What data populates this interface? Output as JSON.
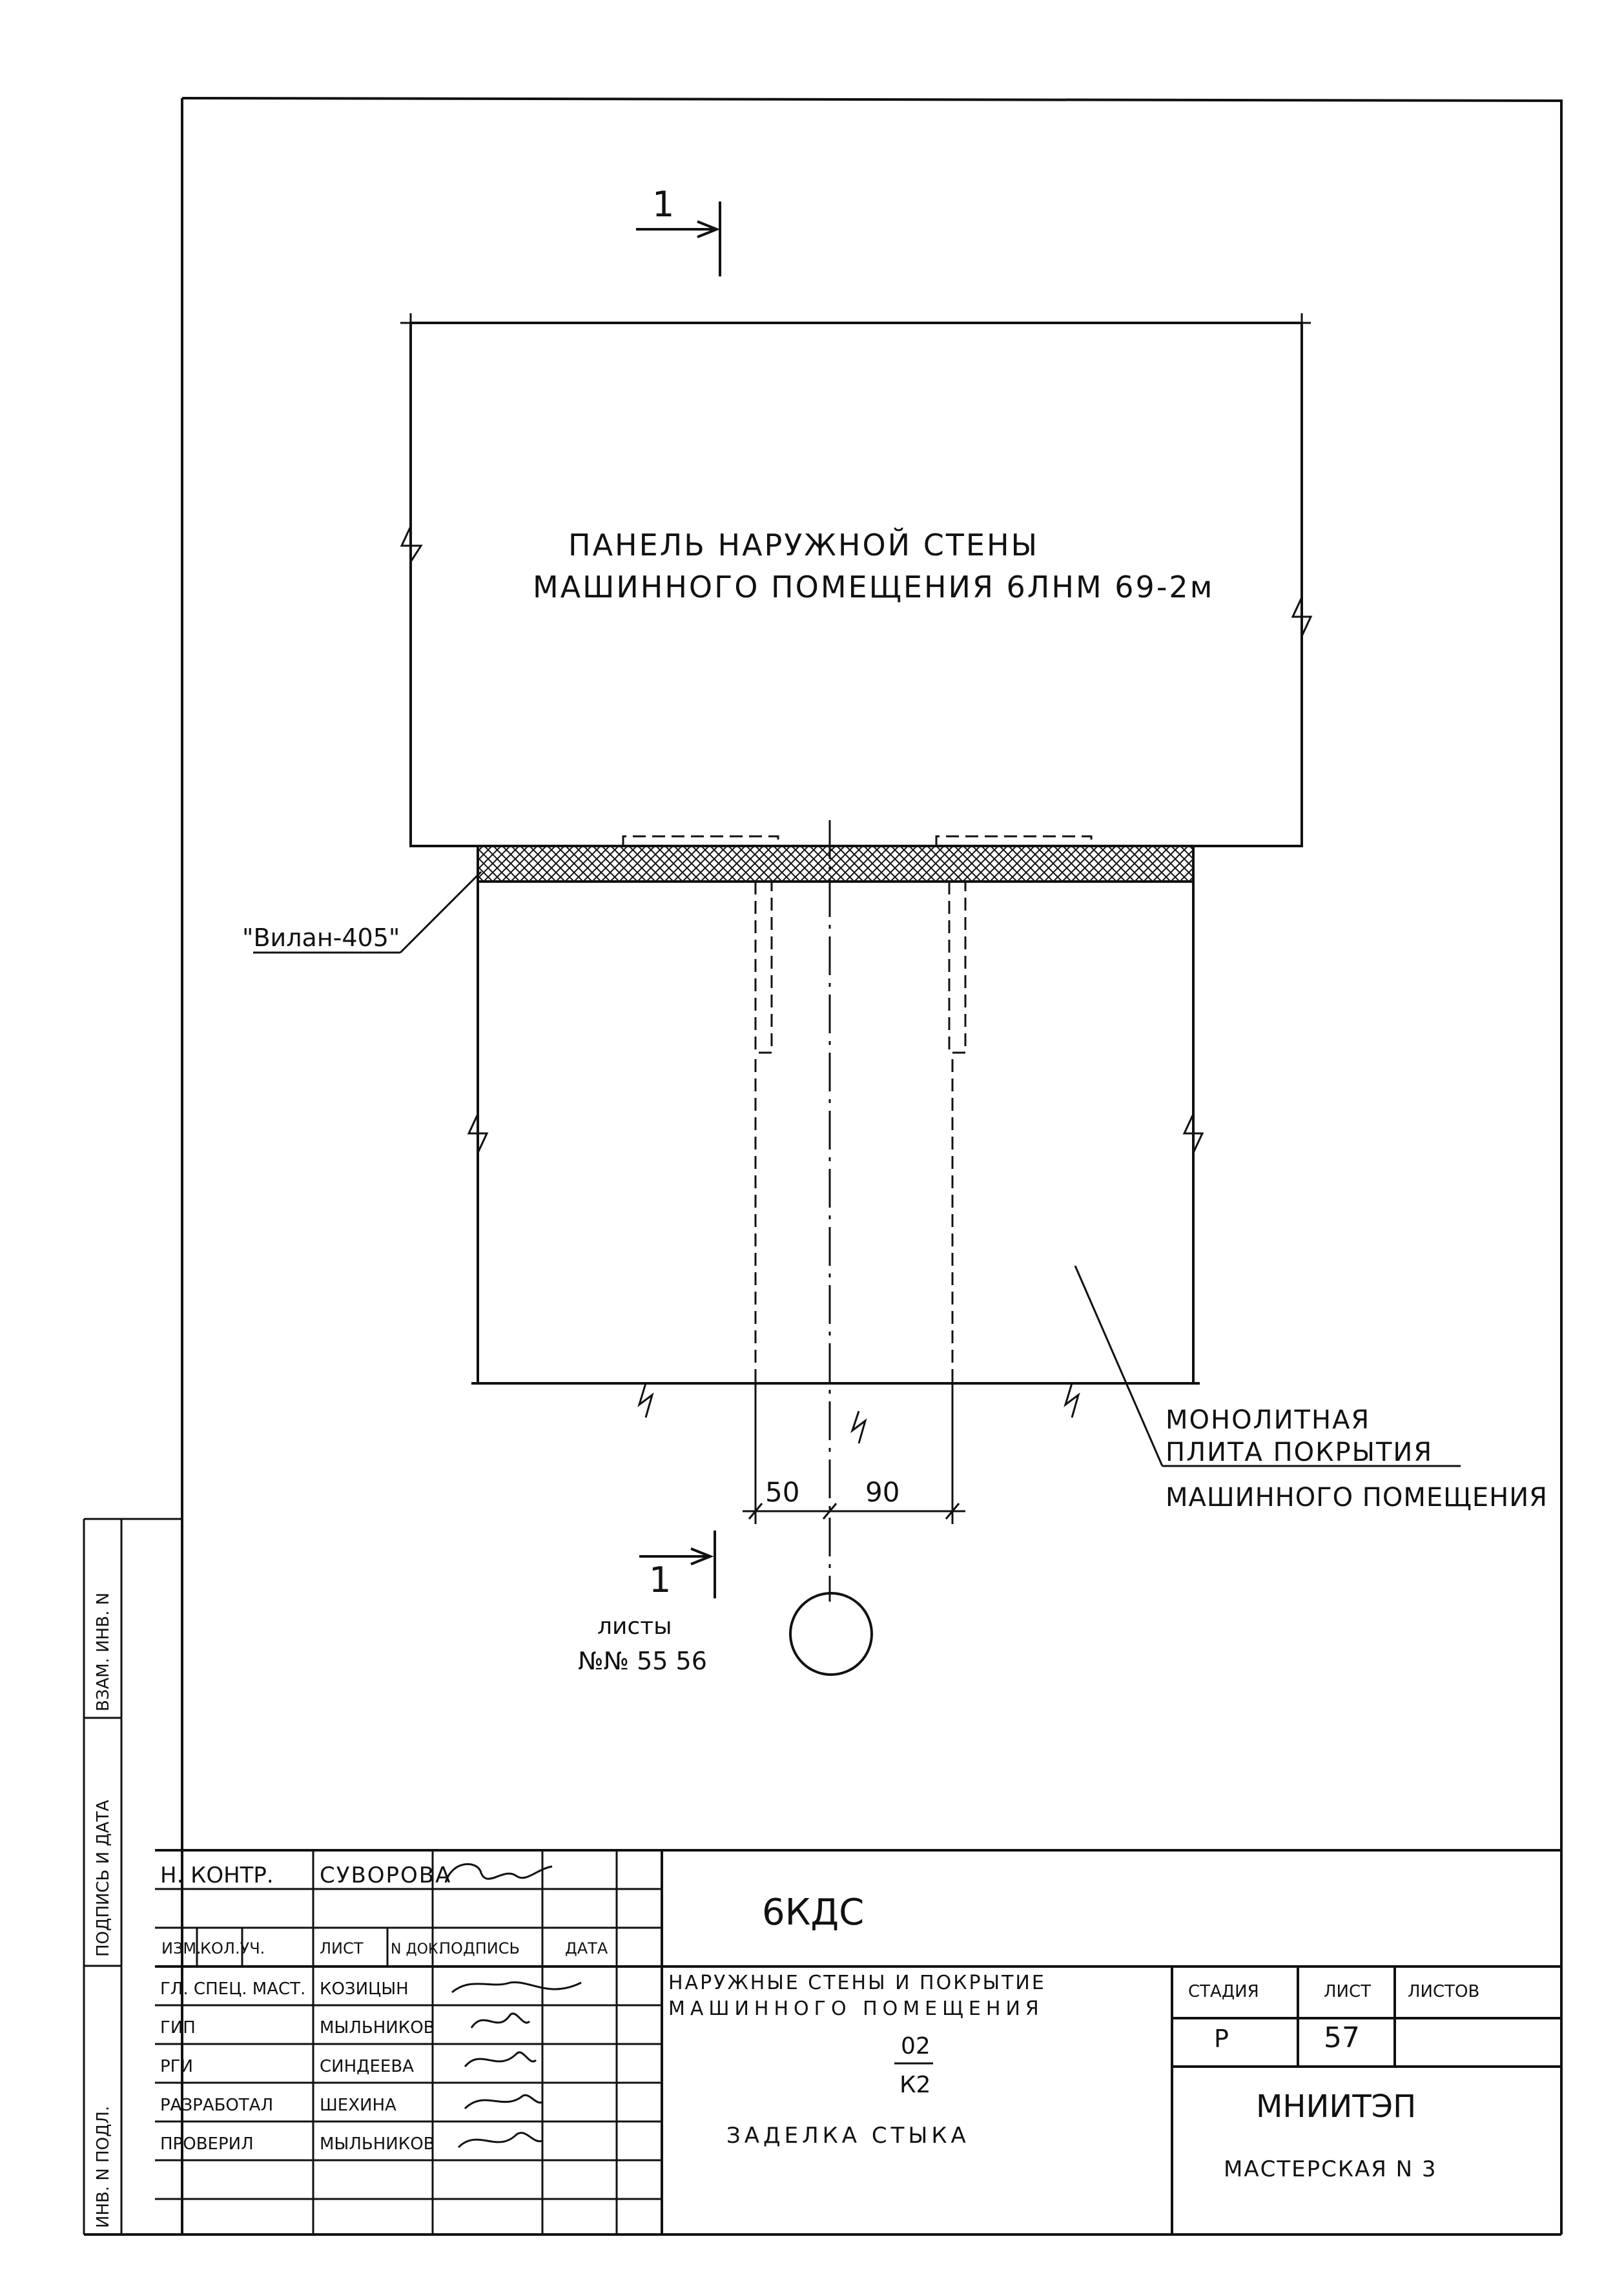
{
  "drawing": {
    "section_marker_top": "1",
    "section_marker_bottom": "1",
    "panel_label_line1": "ПАНЕЛЬ НАРУЖНОЙ СТЕНЫ",
    "panel_label_line2": "МАШИННОГО ПОМЕЩЕНИЯ 6ЛНМ 69-2м",
    "sealant_label": "\"Вилан-405\"",
    "slab_label_line1": "МОНОЛИТНАЯ",
    "slab_label_line2": "ПЛИТА ПОКРЫТИЯ",
    "slab_label_line3": "МАШИННОГО ПОМЕЩЕНИЯ",
    "dim_left": "50",
    "dim_right": "90",
    "sheets_ref_line1": "листы",
    "sheets_ref_line2": "№№ 55 56"
  },
  "side_stamp": {
    "vzam_inv": "ВЗАМ. ИНВ. N",
    "podpis_data": "ПОДПИСЬ И ДАТА",
    "inv_podl": "ИНВ. N ПОДЛ."
  },
  "title_block": {
    "n_kontr_role": "Н. КОНТР.",
    "n_kontr_name": "СУВОРОВА",
    "project_code": "6КДС",
    "header_izm": "ИЗМ.",
    "header_kol": "КОЛ.УЧ.",
    "header_list": "ЛИСТ",
    "header_ndok": "N ДОК.",
    "header_podpis": "ПОДПИСЬ",
    "header_data": "ДАТА",
    "roles": [
      {
        "role": "ГЛ. СПЕЦ. МАСТ.",
        "name": "КОЗИЦЫН"
      },
      {
        "role": "ГИП",
        "name": "МЫЛЬНИКОВ"
      },
      {
        "role": "РГИ",
        "name": "СИНДЕЕВА"
      },
      {
        "role": "РАЗРАБОТАЛ",
        "name": "ШЕХИНА"
      },
      {
        "role": "ПРОВЕРИЛ",
        "name": "МЫЛЬНИКОВ"
      }
    ],
    "doc_title_line1": "НАРУЖНЫЕ СТЕНЫ И ПОКРЫТИЕ",
    "doc_title_line2": "МАШИННОГО ПОМЕЩЕНИЯ",
    "fraction_top": "02",
    "fraction_bottom": "К2",
    "sheet_subject": "ЗАДЕЛКА СТЫКА",
    "stage_label": "СТАДИЯ",
    "sheet_label": "ЛИСТ",
    "sheets_label": "ЛИСТОВ",
    "stage_value": "Р",
    "sheet_value": "57",
    "sheets_value": "",
    "org_name": "МНИИТЭП",
    "org_sub": "МАСТЕРСКАЯ N 3"
  }
}
